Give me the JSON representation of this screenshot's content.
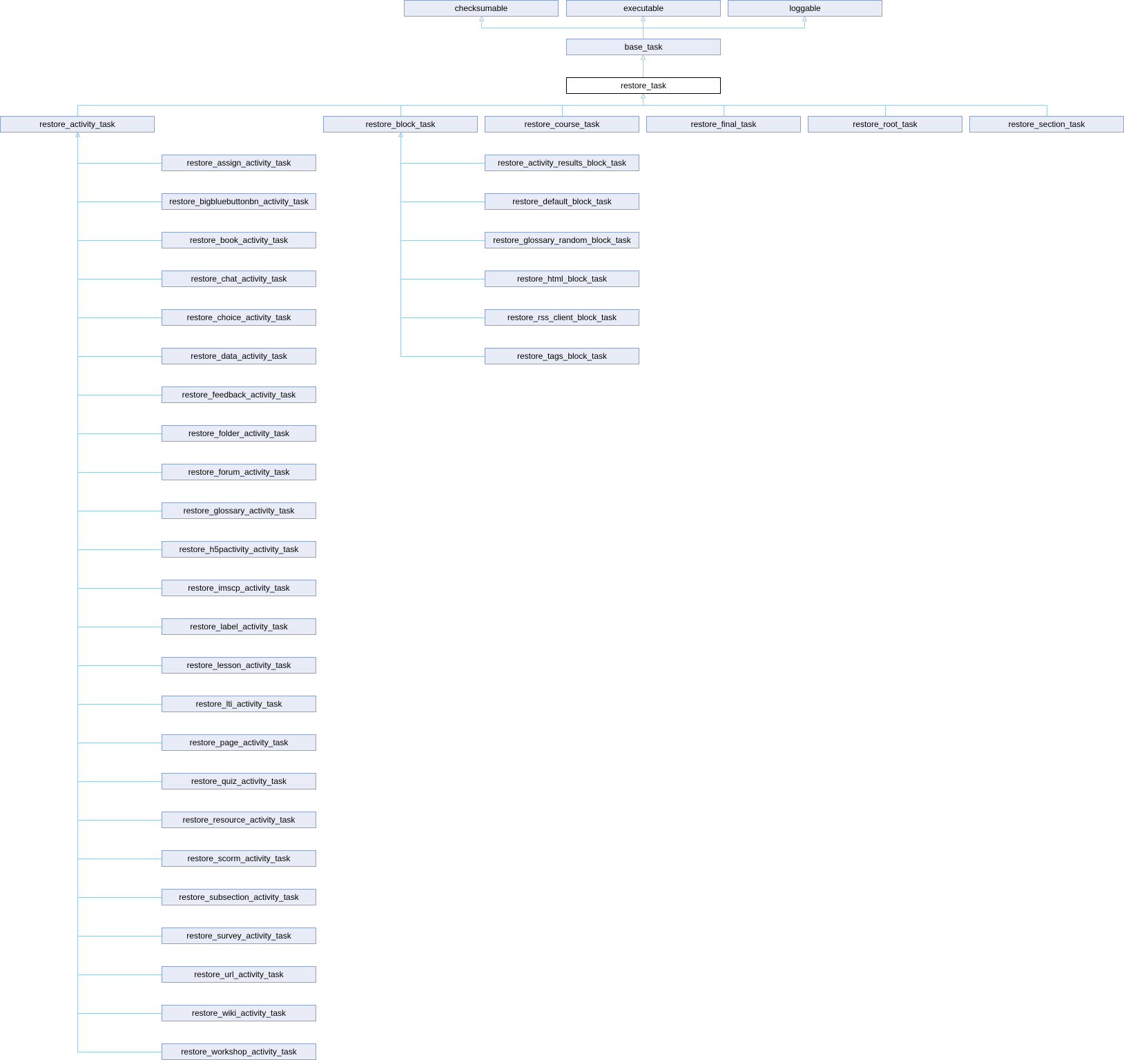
{
  "colors": {
    "node_fill": "#e8ecf7",
    "node_border": "#8ca0cc",
    "current_fill": "#ffffff",
    "current_border": "#000000",
    "edge": "#9ccbe8"
  },
  "nodes": {
    "checksumable": "checksumable",
    "executable": "executable",
    "loggable": "loggable",
    "base_task": "base_task",
    "restore_task": "restore_task",
    "restore_activity_task": "restore_activity_task",
    "restore_block_task": "restore_block_task",
    "restore_course_task": "restore_course_task",
    "restore_final_task": "restore_final_task",
    "restore_root_task": "restore_root_task",
    "restore_section_task": "restore_section_task"
  },
  "activity_children": [
    "restore_assign_activity_task",
    "restore_bigbluebuttonbn_activity_task",
    "restore_book_activity_task",
    "restore_chat_activity_task",
    "restore_choice_activity_task",
    "restore_data_activity_task",
    "restore_feedback_activity_task",
    "restore_folder_activity_task",
    "restore_forum_activity_task",
    "restore_glossary_activity_task",
    "restore_h5pactivity_activity_task",
    "restore_imscp_activity_task",
    "restore_label_activity_task",
    "restore_lesson_activity_task",
    "restore_lti_activity_task",
    "restore_page_activity_task",
    "restore_quiz_activity_task",
    "restore_resource_activity_task",
    "restore_scorm_activity_task",
    "restore_subsection_activity_task",
    "restore_survey_activity_task",
    "restore_url_activity_task",
    "restore_wiki_activity_task",
    "restore_workshop_activity_task"
  ],
  "block_children": [
    "restore_activity_results_block_task",
    "restore_default_block_task",
    "restore_glossary_random_block_task",
    "restore_html_block_task",
    "restore_rss_client_block_task",
    "restore_tags_block_task"
  ]
}
